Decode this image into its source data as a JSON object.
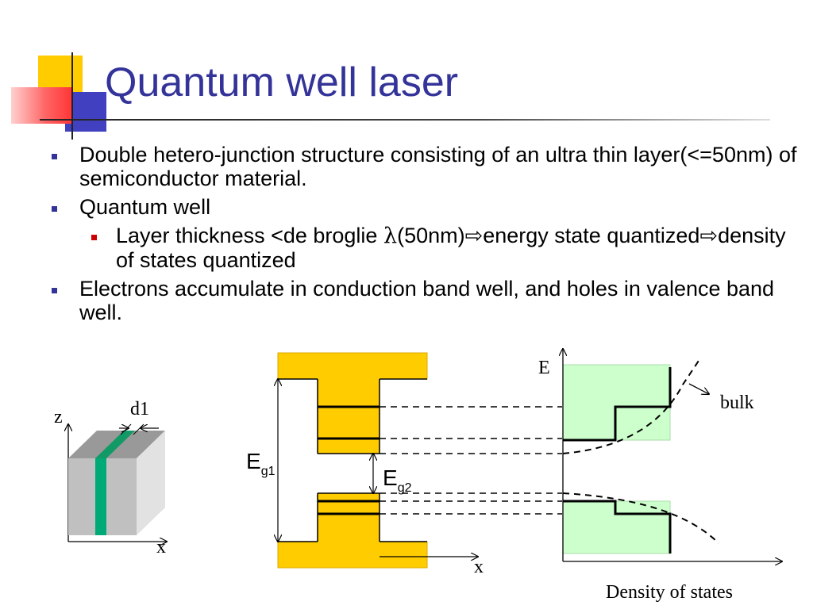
{
  "slide": {
    "title": "Quantum well laser"
  },
  "bullets": {
    "b1_text": "Double hetero-junction structure consisting of an ultra thin layer(<=50nm) of semiconductor material.",
    "b2_text": "Quantum well",
    "b3_part1": "Layer thickness <de broglie ",
    "b3_lambda": "λ",
    "b3_part2": "(50nm)",
    "b3_arrow1": "⇨",
    "b3_part3": "energy state quantized",
    "b3_arrow2": "⇨",
    "b3_part4": "density of states quantized",
    "b4_text": "Electrons accumulate in conduction band well, and holes in valence band well."
  },
  "figure_block": {
    "z_label": "z",
    "d1_label": "d1",
    "x_label": "x"
  },
  "figure_band": {
    "eg1_main": "E",
    "eg1_sub": "g1",
    "eg2_main": "E",
    "eg2_sub": "g2",
    "x_label": "x"
  },
  "figure_dos": {
    "e_label": "E",
    "bulk_label": "bulk",
    "xlabel": "Density of states"
  },
  "colors": {
    "title": "#333399",
    "bullet_level1": "#333399",
    "bullet_level2": "#cc0000",
    "band_fill": "#ffcc00",
    "dos_fill": "#ccffcc",
    "quantum_well_layer": "#00a37a"
  }
}
